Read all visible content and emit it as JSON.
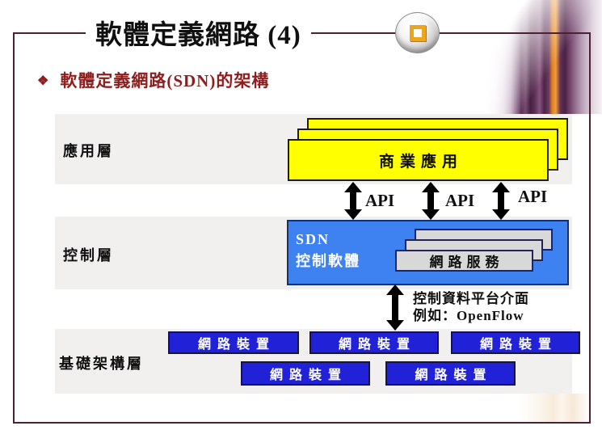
{
  "slide": {
    "title": "軟體定義網路 (4)",
    "bullet_glyph": "❖",
    "bullet": "軟體定義網路(SDN)的架構",
    "layers": {
      "application": "應用層",
      "control": "控制層",
      "infrastructure": "基礎架構層"
    },
    "application_box": "商業應用",
    "api_labels": [
      "API",
      "API",
      "API"
    ],
    "controller": {
      "line1": "SDN",
      "line2": "控制軟體"
    },
    "network_services": "網路服務",
    "southbound": {
      "line1": "控制資料平台介面",
      "line2": "例如：OpenFlow"
    },
    "devices": [
      "網路裝置",
      "網路裝置",
      "網路裝置",
      "網路裝置",
      "網路裝置"
    ],
    "colors": {
      "frame_maroon": "#4b2135",
      "heading_red": "#8e1e1e",
      "application_yellow": "#ffff00",
      "controller_blue": "#3d82f0",
      "device_blue": "#2121d8",
      "band_gray": "#f1f0ef",
      "services_gray": "#d8d8d8",
      "accent_orange": "#eda61c"
    }
  }
}
